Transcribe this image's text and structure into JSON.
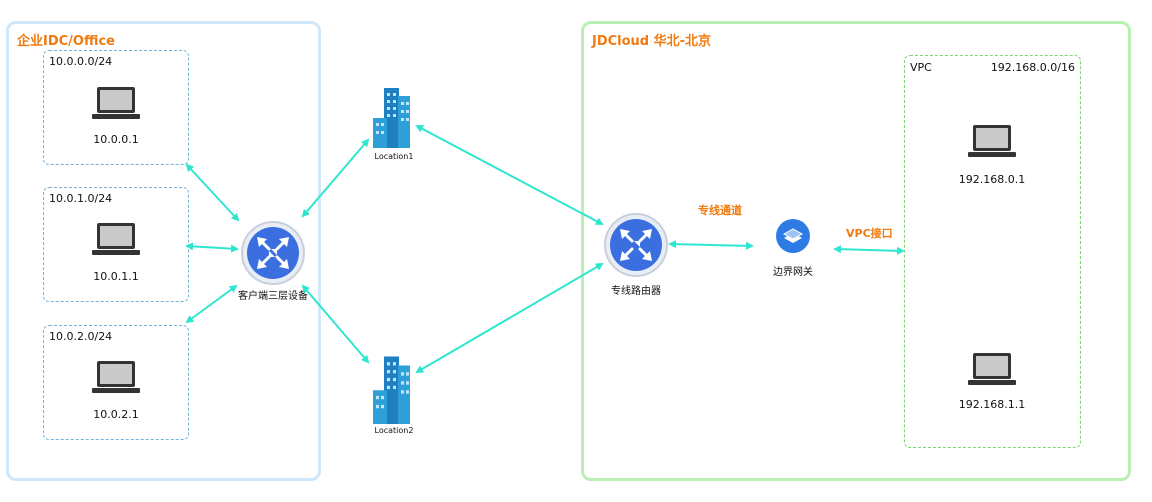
{
  "office": {
    "title": "企业IDC/Office",
    "subnets": [
      {
        "cidr": "10.0.0.0/24",
        "host_ip": "10.0.0.1"
      },
      {
        "cidr": "10.0.1.0/24",
        "host_ip": "10.0.1.1"
      },
      {
        "cidr": "10.0.2.0/24",
        "host_ip": "10.0.2.1"
      }
    ],
    "router_label": "客户端三层设备"
  },
  "locations": [
    {
      "label": "Location1"
    },
    {
      "label": "Location2"
    }
  ],
  "cloud": {
    "title": "JDCloud  华北-北京",
    "router_label": "专线路由器",
    "gateway_label": "边界网关",
    "link_label": "专线通道",
    "vpc_link_label": "VPC接口",
    "vpc": {
      "name": "VPC",
      "cidr": "192.168.0.0/16",
      "hosts": [
        {
          "ip": "192.168.0.1"
        },
        {
          "ip": "192.168.1.1"
        }
      ]
    }
  },
  "colors": {
    "office_border": "#cfe7f8",
    "cloud_border": "#b9f0b3",
    "title": "#f07a10",
    "arrow": "#2ee6cf",
    "router": "#3b6fe0",
    "building": "#2f9fd8"
  }
}
